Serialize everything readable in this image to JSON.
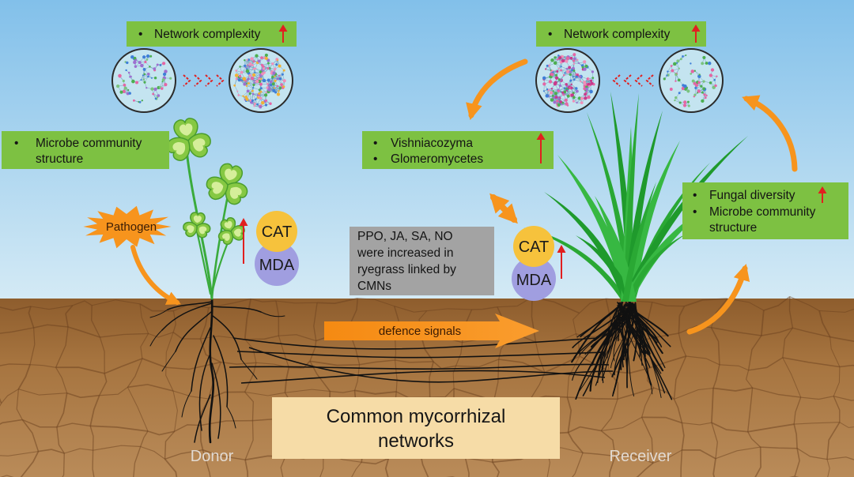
{
  "bullet": "•",
  "top_left_box": {
    "text": "Network complexity"
  },
  "top_right_box": {
    "text": "Network complexity"
  },
  "left_box": {
    "lines": [
      "Microbe community",
      "structure"
    ]
  },
  "middle_box": {
    "items": [
      "Vishniacozyma",
      "Glomeromycetes"
    ]
  },
  "right_box": {
    "item1": "Fungal diversity",
    "item2_lines": [
      "Microbe community",
      "structure"
    ]
  },
  "pathogen": "Pathogen",
  "donor_markers": {
    "cat": "CAT",
    "mda": "MDA"
  },
  "receiver_markers": {
    "cat": "CAT",
    "mda": "MDA"
  },
  "gray_box": {
    "lines": [
      "PPO, JA, SA, NO",
      "were increased in",
      "ryegrass linked by",
      "CMNs"
    ]
  },
  "signal_arrow_label": "defence signals",
  "cmn_box": {
    "lines": [
      "Common mycorrhizal",
      "networks"
    ]
  },
  "donor_label": "Donor",
  "receiver_label": "Receiver",
  "icons": [
    "up-arrow-icon",
    "chevron-right-icon",
    "chevron-left-icon",
    "pathogen-burst-icon"
  ],
  "colors": {
    "box_green": "#7dc142",
    "orange": "#f7941d",
    "red": "#e11f1f",
    "cat": "#f6c23c",
    "mda": "#a09ee0",
    "gray_box": "#a3a3a3",
    "cmn_box": "#f6dca7",
    "root": "#111111",
    "stem": "#3aab3c"
  }
}
